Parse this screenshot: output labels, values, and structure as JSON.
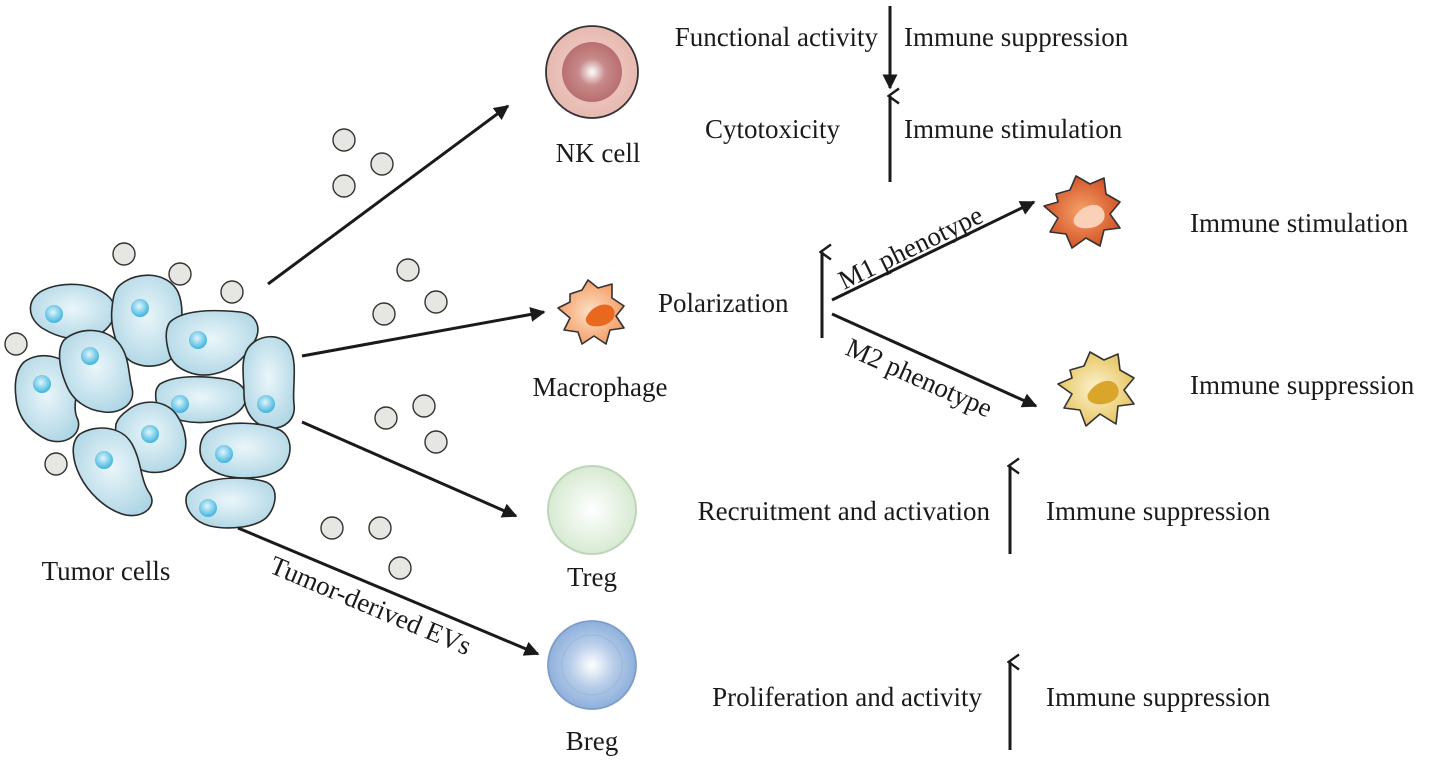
{
  "diagram": {
    "tumor_label": "Tumor cells",
    "evs_label": "Tumor-derived EVs",
    "cells": {
      "nk": "NK cell",
      "macrophage": "Macrophage",
      "treg": "Treg",
      "breg": "Breg"
    },
    "nk_effects": {
      "functional_activity": "Functional activity",
      "cytotoxicity": "Cytotoxicity",
      "outcome_down": "Immune suppression",
      "outcome_up": "Immune stimulation"
    },
    "macrophage_effects": {
      "polarization": "Polarization",
      "m1": "M1 phenotype",
      "m2": "M2 phenotype",
      "m1_outcome": "Immune stimulation",
      "m2_outcome": "Immune suppression"
    },
    "treg_effects": {
      "process": "Recruitment and activation",
      "outcome": "Immune suppression"
    },
    "breg_effects": {
      "process": "Proliferation and activity",
      "outcome": "Immune suppression"
    },
    "colors": {
      "nk_cell": "#c97a7a",
      "macrophage": "#f0a070",
      "m1": "#d9582a",
      "m2": "#e8c560",
      "treg": "#d8ecd4",
      "breg": "#9bbbe0",
      "tumor": "#c3e1ec",
      "tumor_nucleus": "#5fc3e4",
      "ev": "#e6e7e3"
    }
  }
}
